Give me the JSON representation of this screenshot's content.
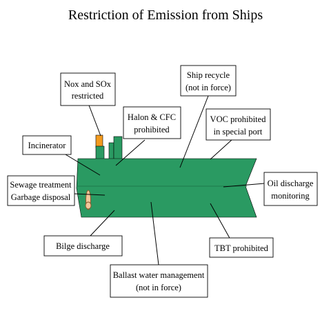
{
  "title": "Restriction of Emission from Ships",
  "colors": {
    "hull": "#2a9a62",
    "hull_edge": "#1f7a4c",
    "funnel_top": "#f39b1f",
    "propeller": "#f2c79b",
    "propeller_edge": "#8a5a2b"
  },
  "labels": {
    "nox_sox": [
      "Nox and SOx",
      "restricted"
    ],
    "ship_recycle": [
      "Ship recycle",
      "(not in force)"
    ],
    "halon_cfc": [
      "Halon & CFC",
      "prohibited"
    ],
    "voc": [
      "VOC prohibited",
      "in special port"
    ],
    "incinerator": [
      "Incinerator"
    ],
    "sewage_garbage": [
      "Sewage treatment",
      "Garbage disposal"
    ],
    "oil_discharge": [
      "Oil discharge",
      "monitoring"
    ],
    "bilge": [
      "Bilge discharge"
    ],
    "tbt": [
      "TBT prohibited"
    ],
    "ballast": [
      "Ballast water management",
      "(not in force)"
    ]
  }
}
